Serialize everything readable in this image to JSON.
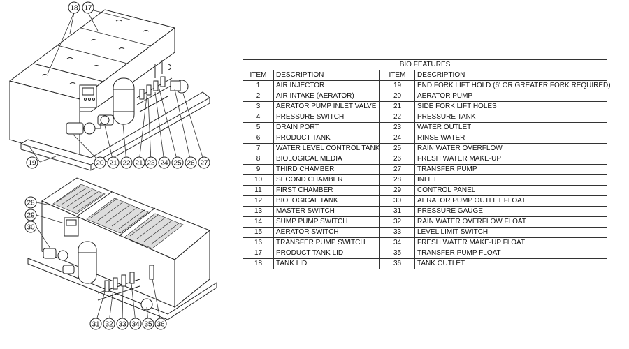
{
  "diagram": {
    "callouts_top": [
      "18",
      "17",
      "19",
      "20",
      "21",
      "22",
      "21",
      "23",
      "24",
      "25",
      "26",
      "27"
    ],
    "callouts_bottom": [
      "28",
      "29",
      "30",
      "31",
      "32",
      "33",
      "34",
      "35",
      "36"
    ]
  },
  "table": {
    "title": "BIO FEATURES",
    "headers": [
      "ITEM",
      "DESCRIPTION",
      "ITEM",
      "DESCRIPTION"
    ],
    "rows": [
      [
        "1",
        "AIR INJECTOR",
        "19",
        "END FORK LIFT HOLD (6' OR GREATER FORK REQUIRED)"
      ],
      [
        "2",
        "AIR INTAKE (AERATOR)",
        "20",
        "AERATOR PUMP"
      ],
      [
        "3",
        "AERATOR PUMP INLET VALVE",
        "21",
        "SIDE FORK LIFT HOLES"
      ],
      [
        "4",
        "PRESSURE SWITCH",
        "22",
        "PRESSURE TANK"
      ],
      [
        "5",
        "DRAIN PORT",
        "23",
        "WATER OUTLET"
      ],
      [
        "6",
        "PRODUCT TANK",
        "24",
        "RINSE WATER"
      ],
      [
        "7",
        "WATER LEVEL CONTROL TANK",
        "25",
        "RAIN WATER OVERFLOW"
      ],
      [
        "8",
        "BIOLOGICAL MEDIA",
        "26",
        "FRESH WATER MAKE-UP"
      ],
      [
        "9",
        "THIRD CHAMBER",
        "27",
        "TRANSFER PUMP"
      ],
      [
        "10",
        "SECOND CHAMBER",
        "28",
        "INLET"
      ],
      [
        "11",
        "FIRST CHAMBER",
        "29",
        "CONTROL PANEL"
      ],
      [
        "12",
        "BIOLOGICAL TANK",
        "30",
        "AERATOR PUMP OUTLET FLOAT"
      ],
      [
        "13",
        "MASTER SWITCH",
        "31",
        "PRESSURE GAUGE"
      ],
      [
        "14",
        "SUMP PUMP SWITCH",
        "32",
        "RAIN WATER OVERFLOW FLOAT"
      ],
      [
        "15",
        "AERATOR SWITCH",
        "33",
        "LEVEL LIMIT SWITCH"
      ],
      [
        "16",
        "TRANSFER PUMP SWITCH",
        "34",
        "FRESH WATER MAKE-UP FLOAT"
      ],
      [
        "17",
        "PRODUCT TANK LID",
        "35",
        "TRANSFER PUMP FLOAT"
      ],
      [
        "18",
        "TANK LID",
        "36",
        "TANK OUTLET"
      ]
    ]
  }
}
